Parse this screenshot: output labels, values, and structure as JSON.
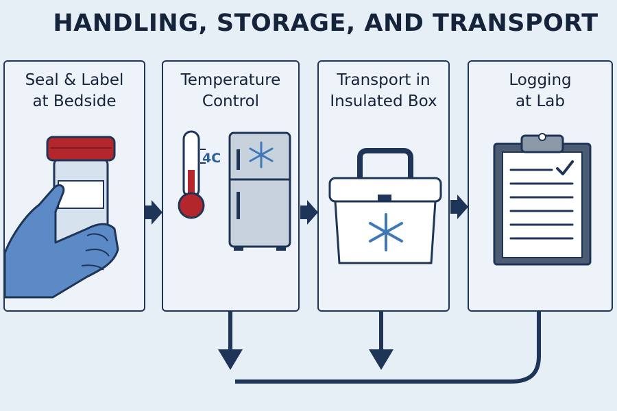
{
  "title": "HANDLING, STORAGE, AND TRANSPORT",
  "steps": [
    {
      "line1": "Seal & Label",
      "line2": "at Bedside"
    },
    {
      "line1": "Temperature",
      "line2": "Control",
      "temp_label": "4C"
    },
    {
      "line1": "Transport in",
      "line2": "Insulated Box"
    },
    {
      "line1": "Logging",
      "line2": "at Lab"
    }
  ],
  "colors": {
    "navy": "#1e3557",
    "cap_red": "#b3262c",
    "glove_blue": "#5b8ac6",
    "snowflake_blue": "#3f78b8",
    "panel_bg": "#edf3f9"
  }
}
